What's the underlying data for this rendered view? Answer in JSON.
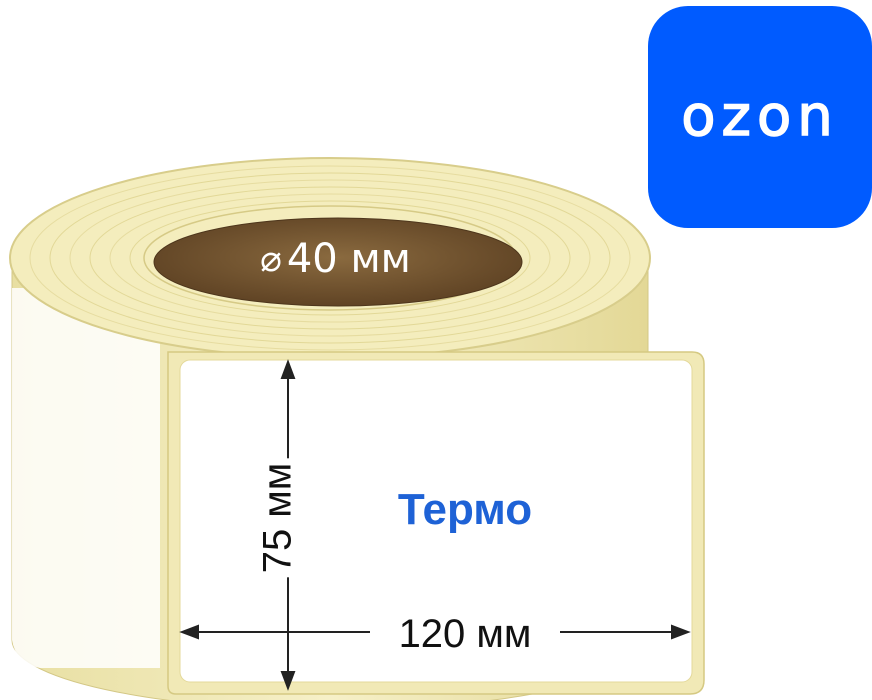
{
  "logo": {
    "text": "OZON",
    "background": "#005bff",
    "text_color": "#ffffff"
  },
  "core": {
    "symbol": "⌀",
    "value": "40 мм"
  },
  "label": {
    "height": "75 мм",
    "width": "120 мм",
    "type": "Термо"
  },
  "colors": {
    "paper": "#f3ecba",
    "paper_edge": "#d9cf8a",
    "core": "#7b5a32",
    "label_face": "#ffffff",
    "accent_text": "#1e62d6"
  }
}
